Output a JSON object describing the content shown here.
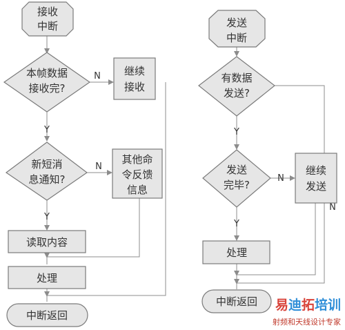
{
  "colors": {
    "shape_fill": "#e6e6e6",
    "shape_stroke": "#7a7a7a",
    "line": "#8c8c8c",
    "text": "#333333",
    "watermark_primary": "#d9443b",
    "watermark_secondary": "#2f8ed8"
  },
  "left_flow": {
    "start": {
      "lines": [
        "接收",
        "中断"
      ]
    },
    "decision_frame": {
      "lines": [
        "本帧数据",
        "接收完?"
      ]
    },
    "continue_receive": {
      "lines": [
        "继续",
        "接收"
      ]
    },
    "decision_sms": {
      "lines": [
        "新短消",
        "息通知?"
      ]
    },
    "other_feedback": {
      "lines": [
        "其他命",
        "令反馈",
        "信息"
      ]
    },
    "read_content": {
      "lines": [
        "读取内容"
      ]
    },
    "process": {
      "lines": [
        "处理"
      ]
    },
    "end": {
      "lines": [
        "中断返回"
      ]
    }
  },
  "right_flow": {
    "start": {
      "lines": [
        "发送",
        "中断"
      ]
    },
    "decision_data": {
      "lines": [
        "有数据",
        "发送?"
      ]
    },
    "decision_done": {
      "lines": [
        "发送",
        "完毕?"
      ]
    },
    "continue_send": {
      "lines": [
        "继续",
        "发送"
      ]
    },
    "process": {
      "lines": [
        "处理"
      ]
    },
    "end": {
      "lines": [
        "中断返回"
      ]
    }
  },
  "edge_labels": {
    "yes": "Y",
    "no": "N"
  },
  "watermark": {
    "parts": [
      {
        "text": "易",
        "color": "#d9443b"
      },
      {
        "text": "迪",
        "color": "#2f8ed8"
      },
      {
        "text": "拓",
        "color": "#d9443b"
      },
      {
        "text": "培训",
        "color": "#2f8ed8"
      }
    ],
    "subtitle": "射频和天线设计专家"
  }
}
